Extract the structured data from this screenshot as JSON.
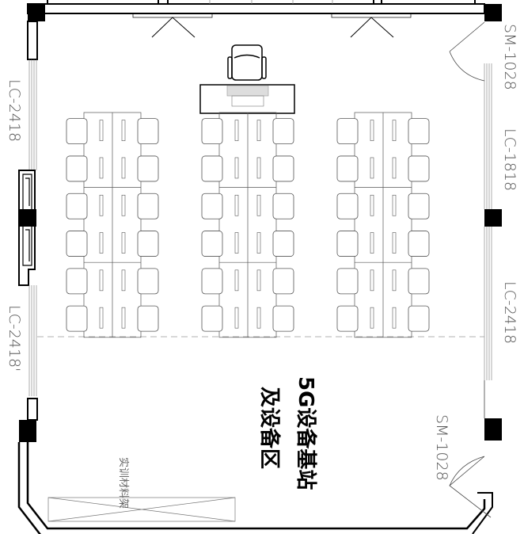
{
  "room": {
    "title_line1": "5G设备基站",
    "title_line2": "及设备区",
    "shelf_label": "实训材料架"
  },
  "labels": {
    "door_top_right": "SM-1028",
    "door_bottom_right": "SM-1028",
    "window_left_top": "LC-2418",
    "window_left_bottom": "LC-2418'",
    "window_right_top": "LC-1818",
    "window_right_bottom": "LC-2418"
  },
  "layout": {
    "desk_groups": 3,
    "rows_per_group": 6,
    "seats_per_row": 2
  }
}
